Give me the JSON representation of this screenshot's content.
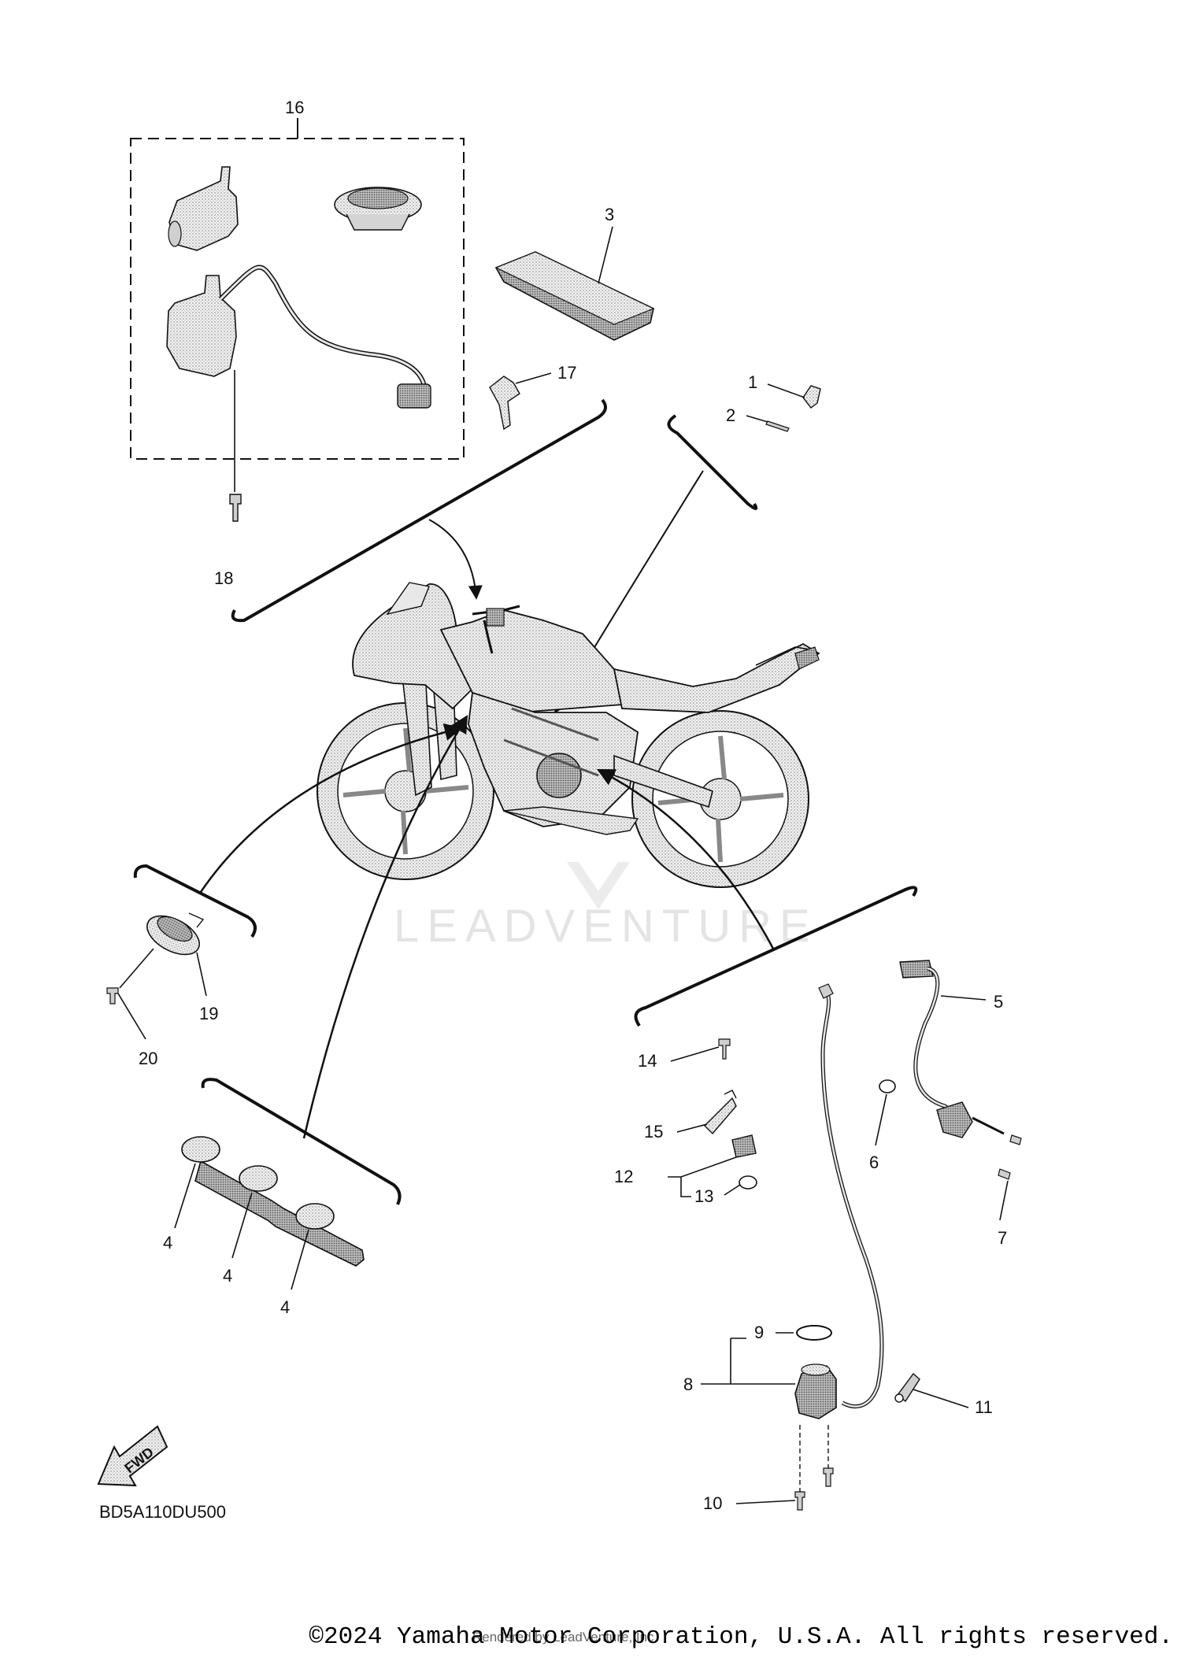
{
  "diagram": {
    "group_label": "16",
    "part_labels": {
      "p1": "1",
      "p2": "2",
      "p3": "3",
      "p4a": "4",
      "p4b": "4",
      "p4c": "4",
      "p5": "5",
      "p6": "6",
      "p7": "7",
      "p8": "8",
      "p9": "9",
      "p10": "10",
      "p11": "11",
      "p12": "12",
      "p13": "13",
      "p14": "14",
      "p15": "15",
      "p17": "17",
      "p18": "18",
      "p19": "19",
      "p20": "20"
    },
    "fwd_label": "FWD",
    "reference_code": "BD5A110DU500",
    "watermark": "LEADVENTURE"
  },
  "footer": {
    "copyright": "©2024 Yamaha Motor Corporation, U.S.A. All rights reserved.",
    "rendered_by": "Rendered by LeadVenture, Inc."
  },
  "colors": {
    "ink": "#111111",
    "part_fill": "#d6d6d6",
    "part_dark": "#8a8a8a",
    "watermark": "#e4e4e4"
  }
}
